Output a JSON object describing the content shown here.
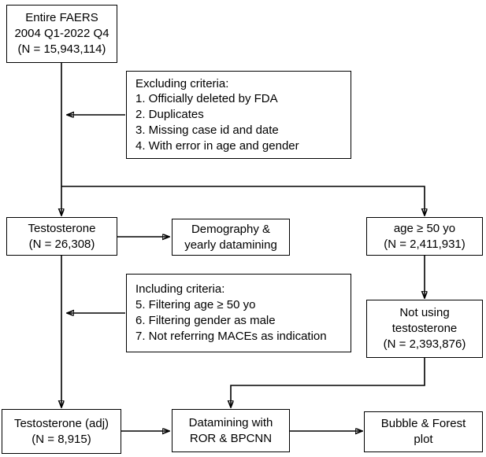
{
  "nodes": {
    "entire_faers": {
      "text": "Entire FAERS\n2004 Q1-2022 Q4\n(N = 15,943,114)"
    },
    "excluding_criteria": {
      "text": "Excluding criteria:\n1. Officially deleted by FDA\n2. Duplicates\n3. Missing case id and date\n4. With error in age and gender"
    },
    "testosterone": {
      "text": "Testosterone\n(N = 26,308)"
    },
    "demography": {
      "text": "Demography &\nyearly datamining"
    },
    "age_50": {
      "text": "age ≥ 50 yo\n(N = 2,411,931)"
    },
    "including_criteria": {
      "text": "Including criteria:\n5. Filtering age ≥ 50 yo\n6. Filtering gender as male\n7. Not referring MACEs as indication"
    },
    "not_using_testosterone": {
      "text": "Not using\ntestosterone\n(N = 2,393,876)"
    },
    "testosterone_adj": {
      "text": "Testosterone (adj)\n(N = 8,915)"
    },
    "datamining": {
      "text": "Datamining with\nROR & BPCNN"
    },
    "bubble_forest": {
      "text": "Bubble & Forest\nplot"
    }
  },
  "edges": [
    {
      "from": "entire_faers",
      "to": "testosterone"
    },
    {
      "from": "excluding_criteria",
      "to": "main_flow_line"
    },
    {
      "from": "entire_faers",
      "to": "age_50"
    },
    {
      "from": "testosterone",
      "to": "demography"
    },
    {
      "from": "testosterone",
      "to": "testosterone_adj"
    },
    {
      "from": "including_criteria",
      "to": "main_flow_line"
    },
    {
      "from": "age_50",
      "to": "not_using_testosterone"
    },
    {
      "from": "not_using_testosterone",
      "to": "datamining"
    },
    {
      "from": "testosterone_adj",
      "to": "datamining"
    },
    {
      "from": "datamining",
      "to": "bubble_forest"
    }
  ],
  "colors": {
    "border": "#000000",
    "background": "#ffffff",
    "text": "#000000"
  }
}
